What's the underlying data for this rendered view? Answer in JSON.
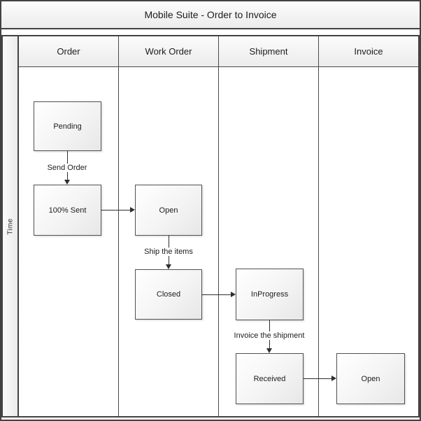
{
  "diagram": {
    "title": "Mobile Suite - Order to Invoice",
    "time_axis_label": "Time",
    "lanes": [
      {
        "label": "Order"
      },
      {
        "label": "Work Order"
      },
      {
        "label": "Shipment"
      },
      {
        "label": "Invoice"
      }
    ],
    "nodes": [
      {
        "id": "pending",
        "lane": "Order",
        "label": "Pending"
      },
      {
        "id": "sent",
        "lane": "Order",
        "label": "100% Sent"
      },
      {
        "id": "wo-open",
        "lane": "Work Order",
        "label": "Open"
      },
      {
        "id": "wo-closed",
        "lane": "Work Order",
        "label": "Closed"
      },
      {
        "id": "ship-inprogress",
        "lane": "Shipment",
        "label": "InProgress"
      },
      {
        "id": "ship-received",
        "lane": "Shipment",
        "label": "Received"
      },
      {
        "id": "inv-open",
        "lane": "Invoice",
        "label": "Open"
      }
    ],
    "edges": [
      {
        "from": "pending",
        "to": "sent",
        "label": "Send Order",
        "direction": "down"
      },
      {
        "from": "sent",
        "to": "wo-open",
        "label": "",
        "direction": "right"
      },
      {
        "from": "wo-open",
        "to": "wo-closed",
        "label": "Ship the items",
        "direction": "down"
      },
      {
        "from": "wo-closed",
        "to": "ship-inprogress",
        "label": "",
        "direction": "right"
      },
      {
        "from": "ship-inprogress",
        "to": "ship-received",
        "label": "Invoice the shipment",
        "direction": "down"
      },
      {
        "from": "ship-received",
        "to": "inv-open",
        "label": "",
        "direction": "right"
      }
    ],
    "colors": {
      "frame_border": "#424242",
      "lane_divider": "#4a4a4a",
      "node_border": "#515151",
      "connector": "#2e2e2e",
      "fill_light": "#fcfcfc",
      "fill_dark": "#e7e7e7",
      "text": "#1c1c1c"
    }
  }
}
